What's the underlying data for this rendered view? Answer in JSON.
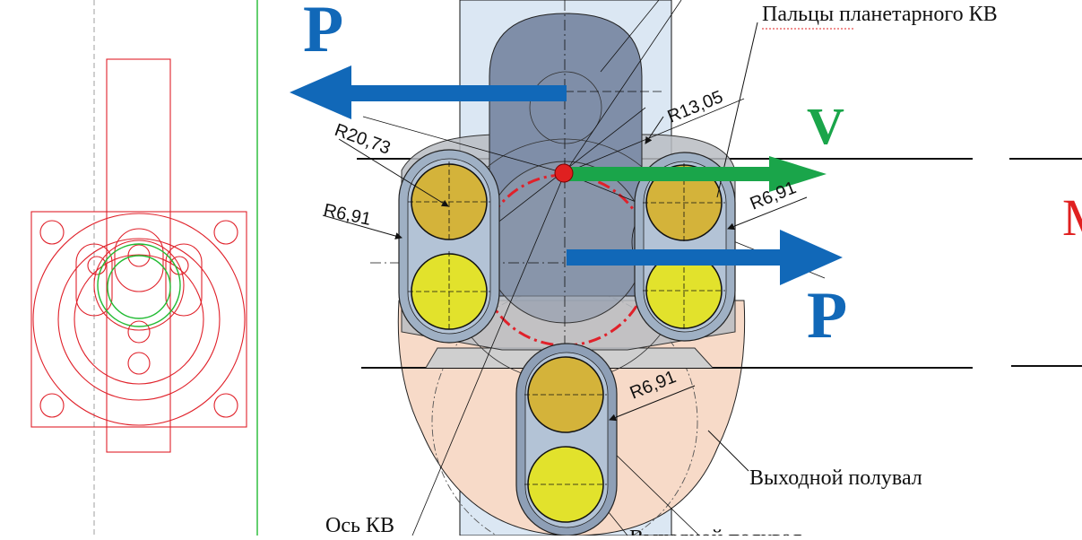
{
  "labels": {
    "planetary_pins": "Пальцы планетарного КВ",
    "output_halfshaft": "Выходной полувал",
    "cv_axis": "Ось КВ",
    "output_halfshaft_cut": "Выходной полувал"
  },
  "dimensions": {
    "r_13": "R13,05",
    "r_20": "R20,73",
    "r_6_left": "R6,91",
    "r_6_right": "R6,91",
    "r_6_bottom": "R6,91"
  },
  "vectors": {
    "p_top": "P",
    "p_bottom": "P",
    "v": "V",
    "m_cut": "M"
  },
  "colors": {
    "red_drawing": "#e0212a",
    "green_drawing": "#22bb33",
    "force_arrow": "#1168b8",
    "velocity_arrow": "#1aa54a",
    "pin_upper": "#d4b33a",
    "pin_lower": "#e2e22c",
    "housing": "#8c98ad",
    "halfshaft": "#f7dac8",
    "accent_red": "#e02020"
  }
}
